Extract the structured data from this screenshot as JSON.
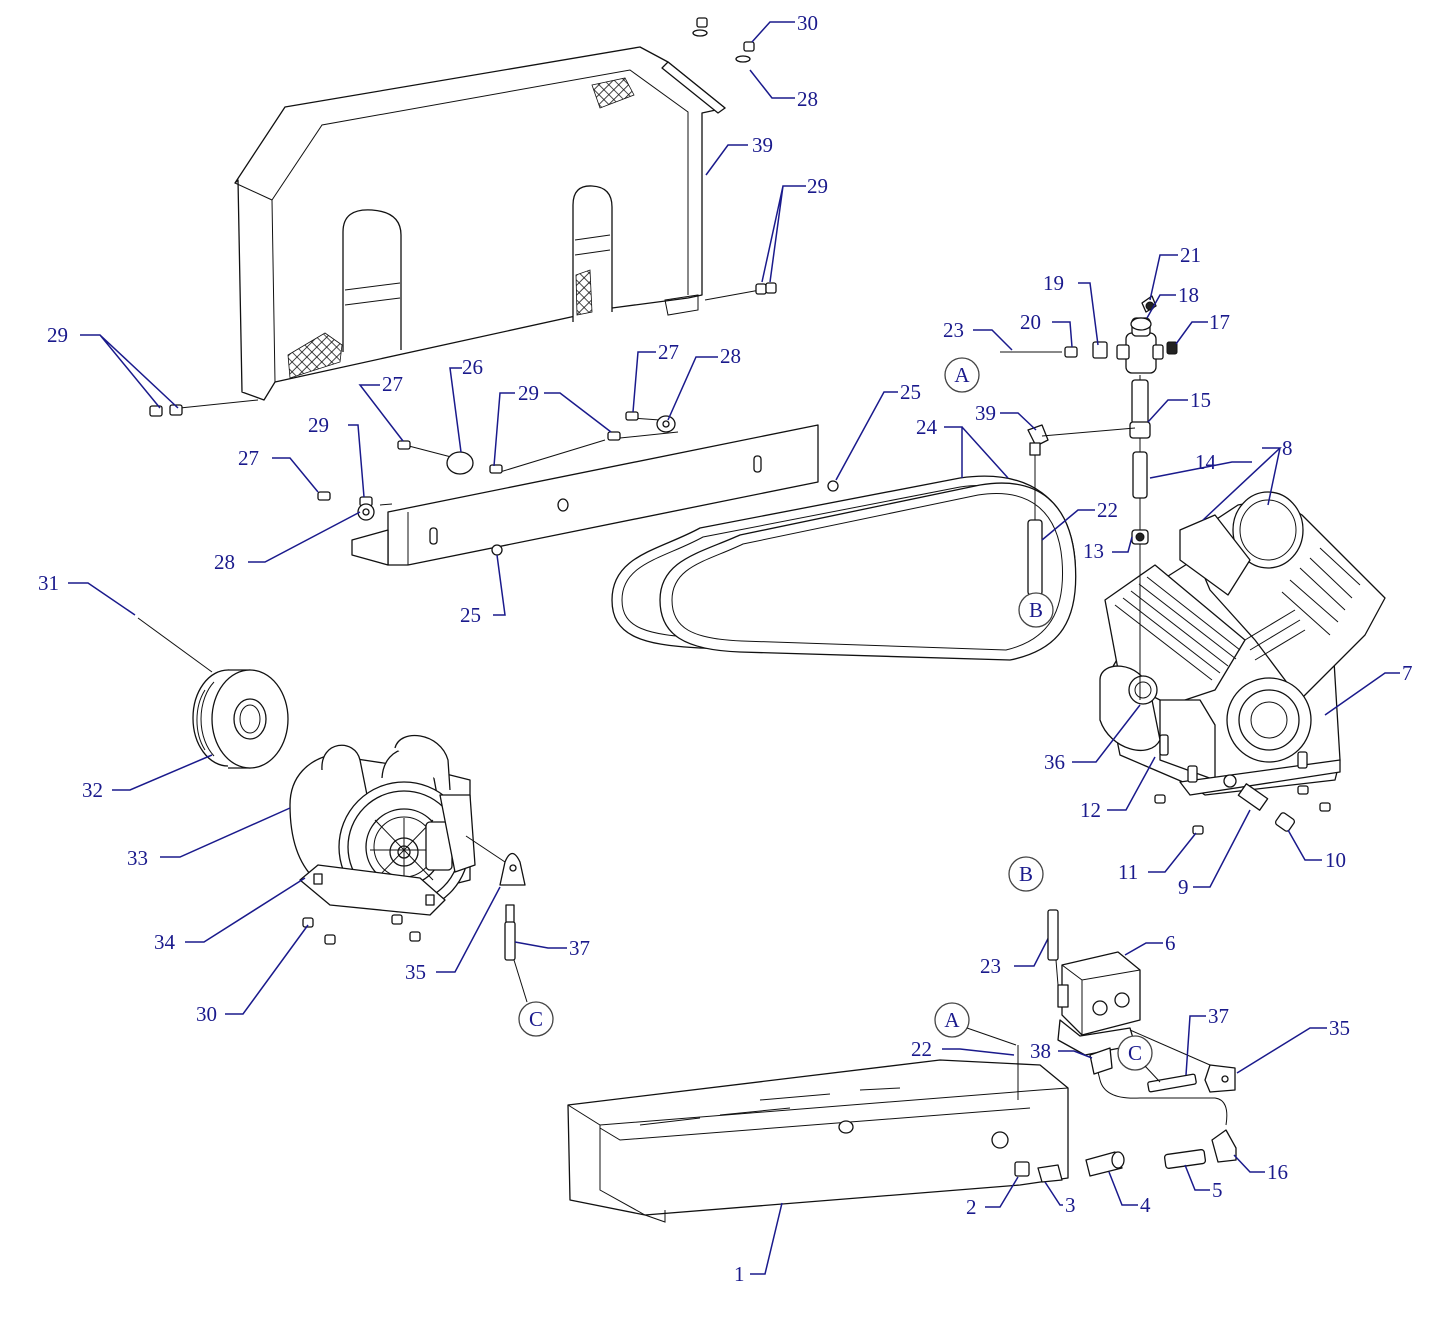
{
  "colors": {
    "callout": "#1a1a8c",
    "line": "#111111",
    "background": "#ffffff"
  },
  "callouts": [
    {
      "id": "c30a",
      "label": "30"
    },
    {
      "id": "c28a",
      "label": "28"
    },
    {
      "id": "c39a",
      "label": "39"
    },
    {
      "id": "c29a",
      "label": "29"
    },
    {
      "id": "c29b",
      "label": "29"
    },
    {
      "id": "c21",
      "label": "21"
    },
    {
      "id": "c19",
      "label": "19"
    },
    {
      "id": "c18",
      "label": "18"
    },
    {
      "id": "c23a",
      "label": "23"
    },
    {
      "id": "c20",
      "label": "20"
    },
    {
      "id": "c17",
      "label": "17"
    },
    {
      "id": "c27a",
      "label": "27"
    },
    {
      "id": "c28b",
      "label": "28"
    },
    {
      "id": "c27b",
      "label": "27"
    },
    {
      "id": "c26",
      "label": "26"
    },
    {
      "id": "c29c",
      "label": "29"
    },
    {
      "id": "c25a",
      "label": "25"
    },
    {
      "id": "c39b",
      "label": "39"
    },
    {
      "id": "c15",
      "label": "15"
    },
    {
      "id": "c24",
      "label": "24"
    },
    {
      "id": "c29d",
      "label": "29"
    },
    {
      "id": "c27c",
      "label": "27"
    },
    {
      "id": "c14",
      "label": "14"
    },
    {
      "id": "c8",
      "label": "8"
    },
    {
      "id": "c22a",
      "label": "22"
    },
    {
      "id": "c13",
      "label": "13"
    },
    {
      "id": "c28c",
      "label": "28"
    },
    {
      "id": "c31",
      "label": "31"
    },
    {
      "id": "c25b",
      "label": "25"
    },
    {
      "id": "c7",
      "label": "7"
    },
    {
      "id": "c36",
      "label": "36"
    },
    {
      "id": "c32",
      "label": "32"
    },
    {
      "id": "c12",
      "label": "12"
    },
    {
      "id": "c10",
      "label": "10"
    },
    {
      "id": "c33",
      "label": "33"
    },
    {
      "id": "c11",
      "label": "11"
    },
    {
      "id": "c9",
      "label": "9"
    },
    {
      "id": "c6",
      "label": "6"
    },
    {
      "id": "c34",
      "label": "34"
    },
    {
      "id": "c37a",
      "label": "37"
    },
    {
      "id": "c23b",
      "label": "23"
    },
    {
      "id": "c35a",
      "label": "35"
    },
    {
      "id": "c30b",
      "label": "30"
    },
    {
      "id": "c37b",
      "label": "37"
    },
    {
      "id": "c35b",
      "label": "35"
    },
    {
      "id": "c22b",
      "label": "22"
    },
    {
      "id": "c38",
      "label": "38"
    },
    {
      "id": "c2",
      "label": "2"
    },
    {
      "id": "c3",
      "label": "3"
    },
    {
      "id": "c4",
      "label": "4"
    },
    {
      "id": "c5",
      "label": "5"
    },
    {
      "id": "c16",
      "label": "16"
    },
    {
      "id": "c1",
      "label": "1"
    }
  ],
  "references": [
    {
      "id": "rA1",
      "label": "A"
    },
    {
      "id": "rB1",
      "label": "B"
    },
    {
      "id": "rB2",
      "label": "B"
    },
    {
      "id": "rC1",
      "label": "C"
    },
    {
      "id": "rA2",
      "label": "A"
    },
    {
      "id": "rC2",
      "label": "C"
    }
  ]
}
